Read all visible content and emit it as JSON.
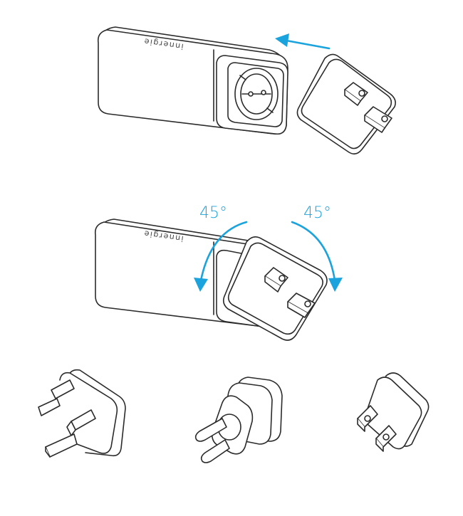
{
  "diagram": {
    "brand_text": "innergie",
    "rotation_label_left": "45°",
    "rotation_label_right": "45°",
    "accent_color": "#1aa3dc",
    "line_color": "#2b2b2b",
    "plug_types": [
      "UK",
      "EU",
      "US"
    ]
  }
}
